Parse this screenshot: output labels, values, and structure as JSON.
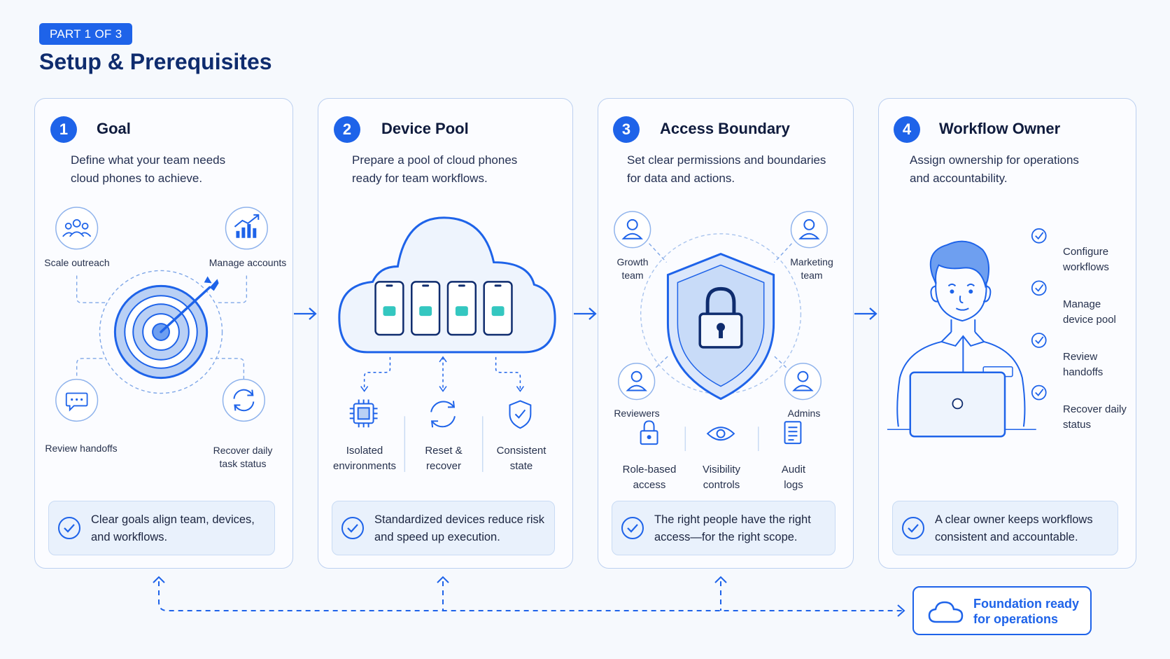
{
  "header": {
    "badge": "PART 1 OF 3",
    "title": "Setup & Prerequisites"
  },
  "cards": [
    {
      "number": "1",
      "title": "Goal",
      "description": [
        "Define what your team needs",
        "cloud phones to achieve."
      ],
      "items": [
        {
          "lines": [
            "Scale outreach"
          ],
          "icon": "people-icon"
        },
        {
          "lines": [
            "Manage accounts"
          ],
          "icon": "growth-chart-icon"
        },
        {
          "lines": [
            "Review handoffs"
          ],
          "icon": "chat-icon"
        },
        {
          "lines": [
            "Recover daily",
            "task status"
          ],
          "icon": "refresh-icon"
        }
      ],
      "summary": [
        "Clear goals align team, devices,",
        "and workflows."
      ]
    },
    {
      "number": "2",
      "title": "Device Pool",
      "description": [
        "Prepare a pool of cloud phones",
        "ready for team workflows."
      ],
      "items": [
        {
          "lines": [
            "Isolated",
            "environments"
          ],
          "icon": "chip-icon"
        },
        {
          "lines": [
            "Reset &",
            "recover"
          ],
          "icon": "refresh-icon"
        },
        {
          "lines": [
            "Consistent",
            "state"
          ],
          "icon": "shield-check-icon"
        }
      ],
      "summary": [
        "Standardized devices reduce risk",
        "and speed up execution."
      ]
    },
    {
      "number": "3",
      "title": "Access Boundary",
      "description": [
        "Set clear permissions and boundaries",
        "for data and actions."
      ],
      "roles": [
        {
          "lines": [
            "Growth",
            "team"
          ]
        },
        {
          "lines": [
            "Marketing",
            "team"
          ]
        },
        {
          "lines": [
            "Reviewers"
          ]
        },
        {
          "lines": [
            "Admins"
          ]
        }
      ],
      "items": [
        {
          "lines": [
            "Role-based",
            "access"
          ],
          "icon": "lock-icon"
        },
        {
          "lines": [
            "Visibility",
            "controls"
          ],
          "icon": "eye-icon"
        },
        {
          "lines": [
            "Audit",
            "logs"
          ],
          "icon": "document-icon"
        }
      ],
      "summary": [
        "The right people have the right",
        "access—for the right scope."
      ]
    },
    {
      "number": "4",
      "title": "Workflow Owner",
      "description": [
        "Assign ownership for operations",
        "and accountability."
      ],
      "checklist": [
        {
          "lines": [
            "Configure",
            "workflows"
          ]
        },
        {
          "lines": [
            "Manage",
            "device pool"
          ]
        },
        {
          "lines": [
            "Review",
            "handoffs"
          ]
        },
        {
          "lines": [
            "Recover daily",
            "status"
          ]
        }
      ],
      "summary": [
        "A clear owner keeps workflows",
        "consistent and accountable."
      ]
    }
  ],
  "footer": {
    "result": [
      "Foundation ready",
      "for operations"
    ],
    "icon": "cloud-icon"
  },
  "colors": {
    "accent": "#1e63e9",
    "title": "#0f2c6e",
    "card_border": "#bcd0f0",
    "summary_bg": "#e9f1fc"
  }
}
